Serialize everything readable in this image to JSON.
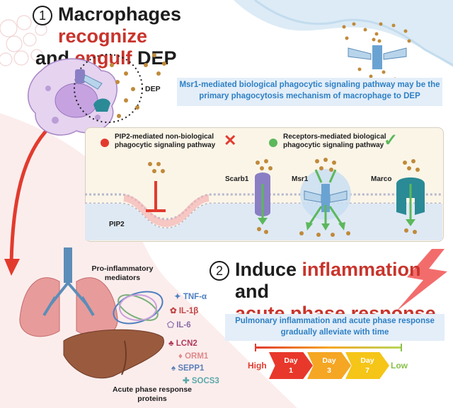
{
  "step1": {
    "number": "1",
    "title_part1": "Macrophages ",
    "title_highlight1": "recognize",
    "title_part2": "and ",
    "title_highlight2": "engulf",
    "title_part3": " DEP"
  },
  "dep_label": "DEP",
  "info_box1": "Msr1-mediated biological phagocytic signaling pathway may be the primary phagocytosis mechanism of macrophage to DEP",
  "pathways": {
    "non_biological": "PIP2-mediated non-biological phagocytic signaling pathway",
    "biological": "Receptors-mediated biological phagocytic signaling pathway"
  },
  "membrane_labels": {
    "pip2": "PIP2",
    "scarb1": "Scarb1",
    "msr1": "Msr1",
    "marco": "Marco"
  },
  "step2": {
    "number": "2",
    "title_part1": "Induce ",
    "title_highlight1": "inflammation",
    "title_part2": " and",
    "title_highlight2": "acute phase response"
  },
  "pro_inflammatory": {
    "heading": "Pro-inflammatory mediators",
    "items": [
      "TNF-α",
      "IL-1β",
      "IL-6"
    ]
  },
  "acute_phase": {
    "heading": "Acute phase response proteins",
    "items": [
      "LCN2",
      "ORM1",
      "SEPP1",
      "SOCS3"
    ]
  },
  "info_box2": "Pulmonary inflammation and acute phase response gradually alleviate with time",
  "timeline": {
    "high": "High",
    "low": "Low",
    "days": [
      {
        "label": "Day",
        "num": "1",
        "color": "#e8382b"
      },
      {
        "label": "Day",
        "num": "3",
        "color": "#f5a623"
      },
      {
        "label": "Day",
        "num": "7",
        "color": "#f5c518"
      }
    ]
  },
  "colors": {
    "accent_red": "#c8342c",
    "info_blue": "#2f80c4",
    "panel_bg": "#fbf5e8",
    "check_green": "#5cb85c"
  }
}
